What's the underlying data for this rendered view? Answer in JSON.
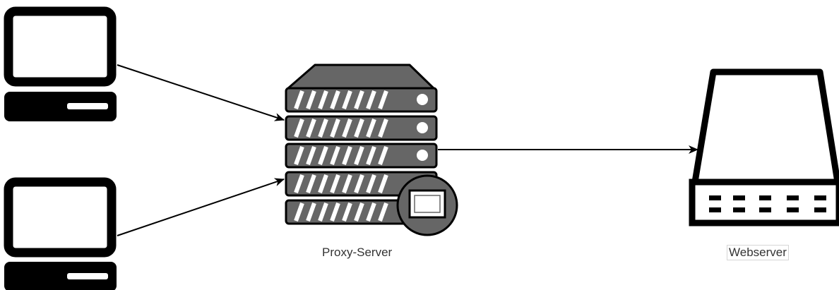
{
  "nodes": {
    "client_top": {
      "icon": "desktop-computer-icon"
    },
    "client_bottom": {
      "icon": "desktop-computer-icon"
    },
    "proxy": {
      "label": "Proxy-Server",
      "icon": "server-rack-icon"
    },
    "webserver": {
      "label": "Webserver",
      "icon": "network-switch-icon"
    }
  },
  "edges": [
    {
      "from": "client_top",
      "to": "proxy"
    },
    {
      "from": "client_bottom",
      "to": "proxy"
    },
    {
      "from": "proxy",
      "to": "webserver"
    }
  ],
  "colors": {
    "stroke": "#000000",
    "server_fill": "#666666",
    "label_text": "#333333"
  }
}
